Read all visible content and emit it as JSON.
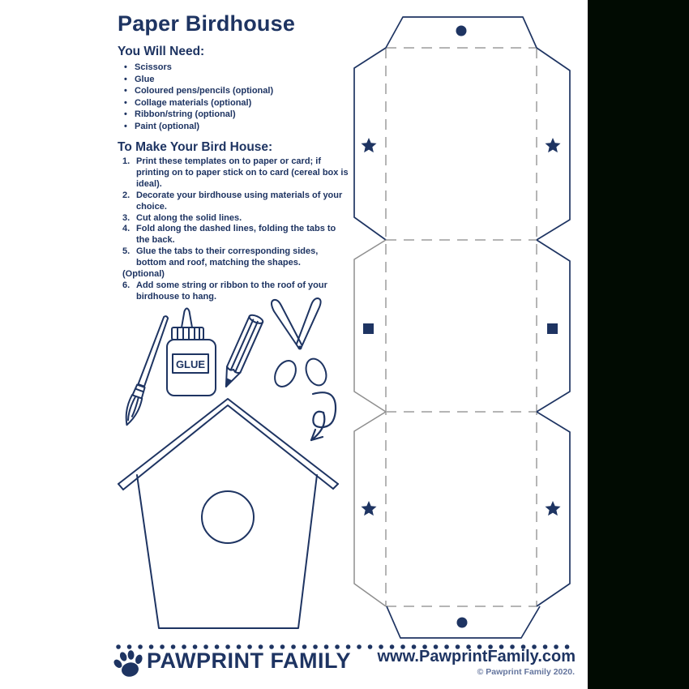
{
  "colors": {
    "navy": "#1e3462",
    "fold_dash_gray": "#b5b5b5",
    "left_tab_gray": "#8f8f8f",
    "right_black_region": "#010b02",
    "copyright_text": "#64759e"
  },
  "header": {
    "title": "Paper Birdhouse"
  },
  "materials": {
    "heading": "You Will Need:",
    "items": [
      "Scissors",
      "Glue",
      "Coloured pens/pencils (optional)",
      "Collage materials (optional)",
      "Ribbon/string (optional)",
      "Paint (optional)"
    ]
  },
  "instructions": {
    "heading": "To Make Your Bird House:",
    "steps": [
      {
        "m": "1.",
        "t": "Print these templates on to paper or card; if printing on to paper stick on to card (cereal box is ideal)."
      },
      {
        "m": "2.",
        "t": "Decorate your birdhouse using materials of your choice."
      },
      {
        "m": "3.",
        "t": "Cut along the solid lines."
      },
      {
        "m": "4.",
        "t": "Fold along the dashed lines, folding the tabs to the back."
      },
      {
        "m": "5.",
        "t": "Glue the tabs to their corresponding sides, bottom and roof, matching the shapes."
      },
      {
        "m": "(Optional)",
        "t": ""
      },
      {
        "m": "6.",
        "t": "Add some string or ribbon to the roof of your birdhouse to hang."
      }
    ]
  },
  "illustrations": {
    "glue_label": "GLUE",
    "icons": [
      "paintbrush-icon",
      "glue-bottle-icon",
      "pencil-icon",
      "scissors-icon",
      "curved-arrow-icon",
      "birdhouse-drawing"
    ]
  },
  "template": {
    "marker_shapes": [
      "circle",
      "star",
      "square"
    ],
    "panels": [
      {
        "name": "top-glue-tab",
        "marker": "circle"
      },
      {
        "name": "roof-panel",
        "side_markers": "star"
      },
      {
        "name": "side-panel",
        "side_markers": "square"
      },
      {
        "name": "front-panel",
        "side_markers": "star"
      },
      {
        "name": "bottom-glue-tab",
        "marker": "circle"
      }
    ]
  },
  "footer": {
    "brand": "PAWPRINT FAMILY",
    "website": "www.PawprintFamily.com",
    "copyright": "© Pawprint Family 2020."
  }
}
